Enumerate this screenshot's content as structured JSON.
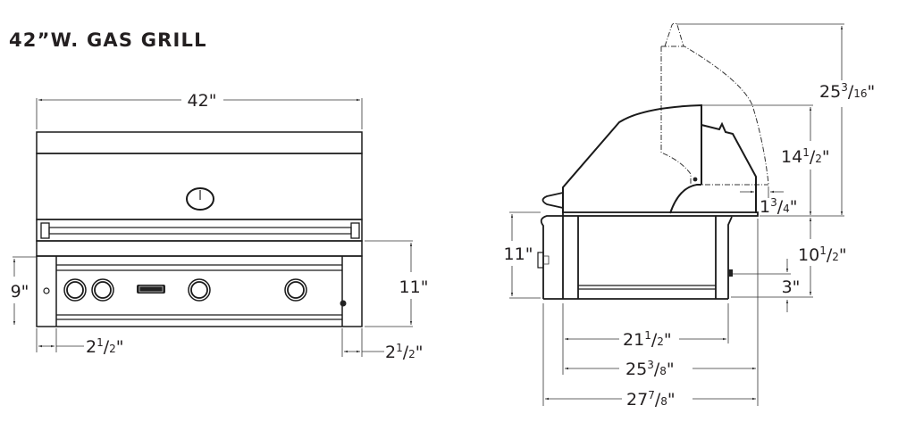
{
  "title": "42”W. GAS GRILL",
  "front_view": {
    "width_label": "42\"",
    "left_height_label": "9\"",
    "right_height_label": "11\"",
    "left_inset_label": {
      "whole": "2",
      "num": "1",
      "den": "2",
      "unit": "\""
    },
    "right_inset_label": {
      "whole": "2",
      "num": "1",
      "den": "2",
      "unit": "\""
    },
    "knobs": 4,
    "features": [
      "thermometer",
      "handle",
      "control-panel",
      "logo-badge",
      "ignition-knob"
    ]
  },
  "side_view": {
    "total_height_label": {
      "whole": "25",
      "num": "3",
      "den": "16",
      "unit": "\""
    },
    "hood_height_label": {
      "whole": "14",
      "num": "1",
      "den": "2",
      "unit": "\""
    },
    "hood_clearance_label": {
      "whole": "1",
      "num": "3",
      "den": "4",
      "unit": "\""
    },
    "base_height_left_label": "11\"",
    "base_height_right_label": {
      "whole": "10",
      "num": "1",
      "den": "2",
      "unit": "\""
    },
    "side_port_label": "3\"",
    "depth_labels": [
      {
        "whole": "21",
        "num": "1",
        "den": "2",
        "unit": "\""
      },
      {
        "whole": "25",
        "num": "3",
        "den": "8",
        "unit": "\""
      },
      {
        "whole": "27",
        "num": "7",
        "den": "8",
        "unit": "\""
      }
    ]
  }
}
